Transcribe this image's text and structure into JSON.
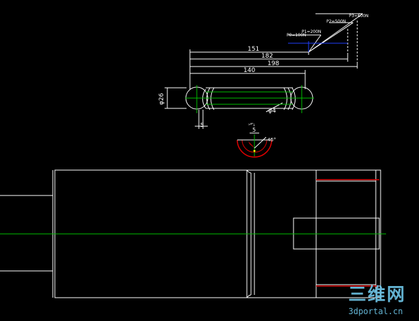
{
  "drawing": {
    "dimensions": {
      "d151": "151",
      "d182": "182",
      "d198": "198",
      "d140": "140",
      "diameter": "φ26",
      "wire": "φ4",
      "pitch_left": "5",
      "pitch_detail": "5",
      "angle": "45°"
    },
    "forces": {
      "p1": "P1=200N",
      "p2": "P2=500N",
      "p3": "P3=600N",
      "p0": "P0=100N"
    },
    "detail_label": "»ª²¿",
    "colors": {
      "background": "#000000",
      "outline": "#ffffff",
      "centerline": "#00c000",
      "dimension": "#ffffff",
      "accent_red": "#e00000",
      "accent_blue": "#2040ff",
      "accent_yellow": "#ffff00"
    }
  },
  "watermark": {
    "chinese": "三维网",
    "url": "3dportal.cn"
  }
}
